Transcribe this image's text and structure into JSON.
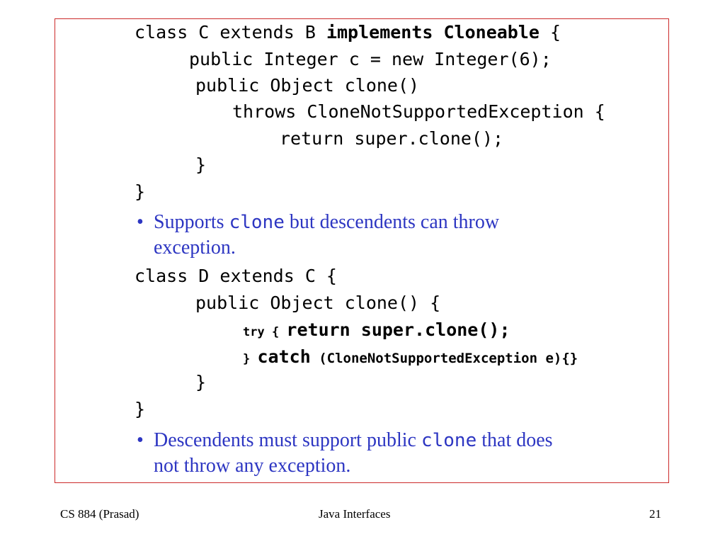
{
  "code_block_1": {
    "line1_plain": "class C extends B ",
    "line1_bold": "implements Cloneable",
    "line1_tail": " {",
    "line2": "public Integer c = new Integer(6);",
    "line3": "public Object clone()",
    "line4": "throws CloneNotSupportedException {",
    "line5": "return super.clone();",
    "line6": "}",
    "line7": "}"
  },
  "bullet_1": {
    "dot": "•",
    "text_before": "Supports ",
    "code": "clone",
    "text_after": " but descendents can throw",
    "line2": "exception."
  },
  "code_block_2": {
    "line1": "class D extends C {",
    "line2": "public Object clone() {",
    "line3_try": "try { ",
    "line3_stmt": "return super.clone();",
    "line4_close": "} ",
    "line4_catch": "catch",
    "line4_args": " (CloneNotSupportedException e){}",
    "line5": "}",
    "line6": "}"
  },
  "bullet_2": {
    "dot": "•",
    "text_before": "Descendents must support public ",
    "code": "clone",
    "text_after": " that does",
    "line2": "not throw any exception."
  },
  "footer": {
    "left": "CS 884 (Prasad)",
    "center": "Java Interfaces",
    "right": "21"
  }
}
